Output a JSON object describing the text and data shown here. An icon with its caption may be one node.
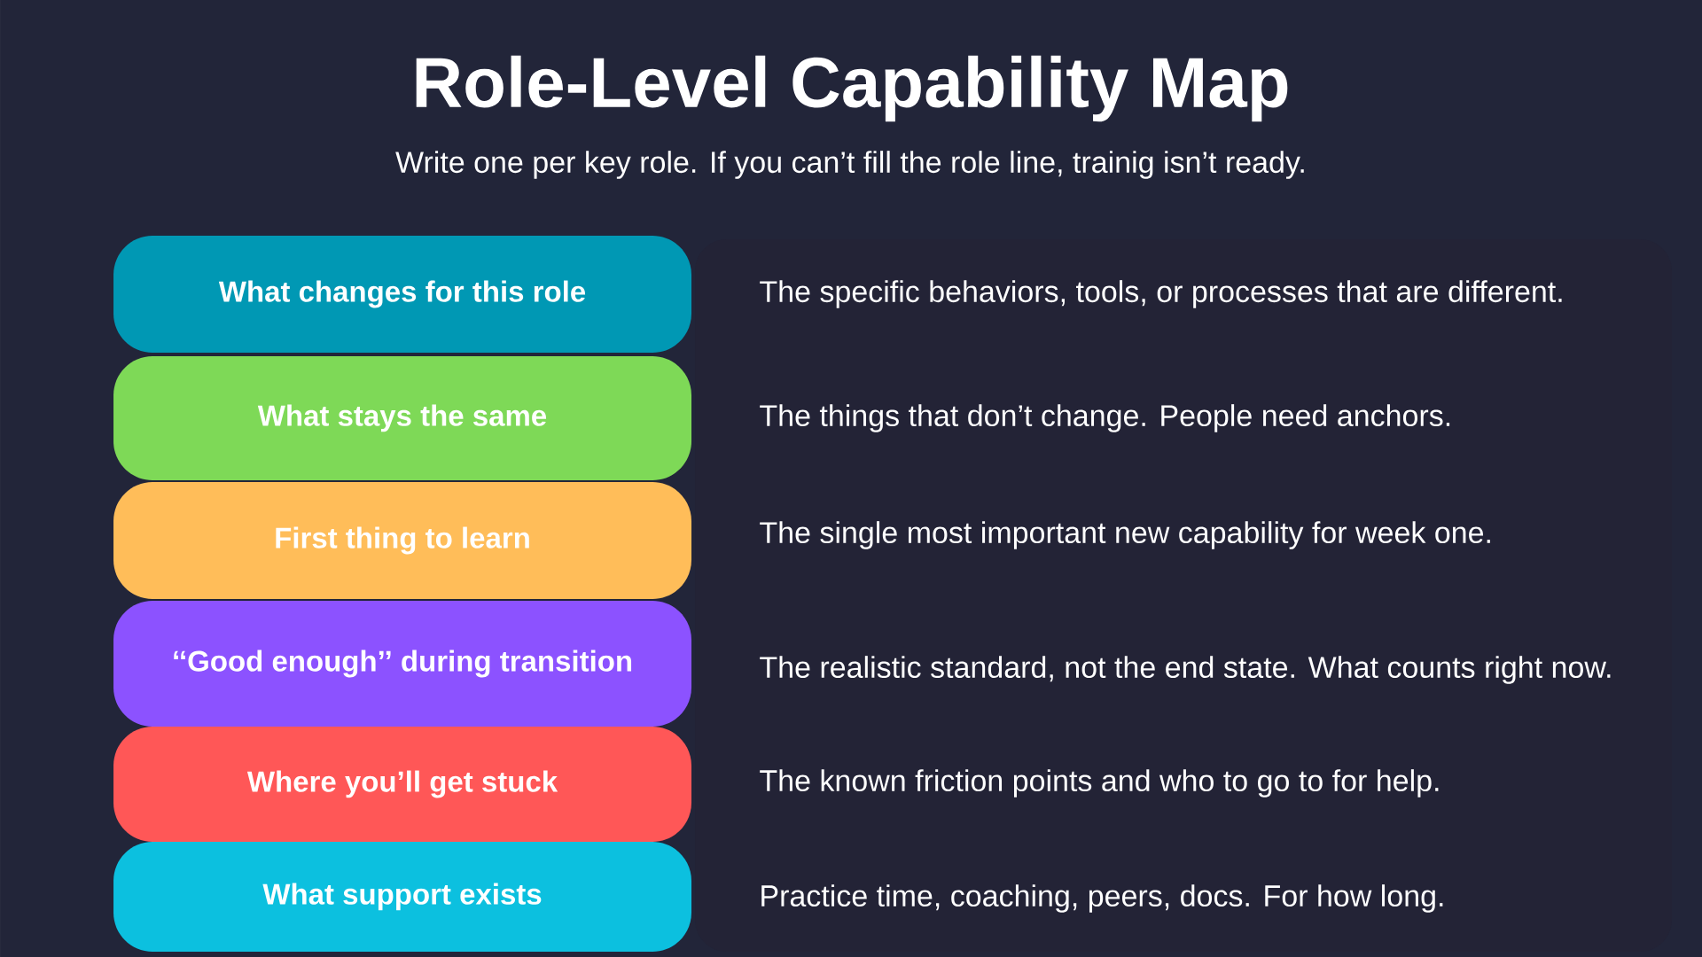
{
  "diagram": {
    "title": "Role-Level Capability Map",
    "nodes": [
      {
        "text": [
          "What changes for this role"
        ],
        "beside": [
          "The specific behaviors, tools, or processes that are different."
        ]
      },
      {
        "text": [
          "What stays the same"
        ],
        "beside": [
          "The things that don’t change. People need anchors."
        ]
      },
      {
        "text": [
          "First thing to learn"
        ],
        "beside": [
          "The single most important new capability for week one."
        ]
      },
      {
        "text": [
          "‘‘Good enough’’ during transition"
        ],
        "beside": [
          "The realistic standard, not the end state. What counts right now."
        ]
      },
      {
        "text": [
          "Where you’ll get stuck"
        ],
        "beside": [
          "The known friction points and who to go to for help."
        ]
      },
      {
        "text": [
          "What support exists"
        ],
        "beside": [
          "Practice time, coaching, peers, docs. For how long."
        ]
      }
    ],
    "labels": [
      "Write one per key role. If you can’t fill the role line, trainig isn’t ready."
    ]
  }
}
